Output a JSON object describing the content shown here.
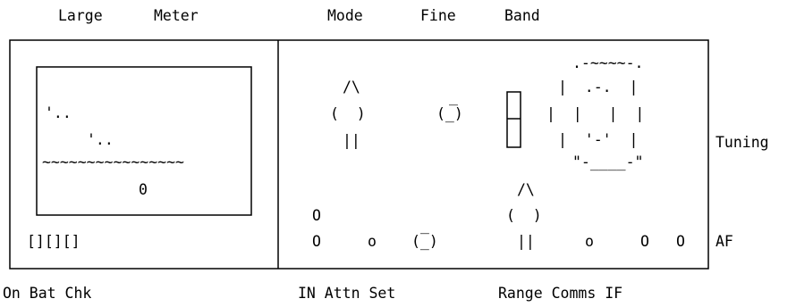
{
  "top_labels": {
    "large": "Large",
    "meter": "Meter",
    "mode": "Mode",
    "fine": "Fine",
    "band": "Band"
  },
  "meter": {
    "dots_line_1": "'..",
    "dots_line_2": "'..",
    "scale": "~~~~~~~~~~~~~~~~",
    "zero": "0",
    "battery_cells": "[][][]"
  },
  "mode_knob": {
    "top": "/\\",
    "body": "(  )",
    "stem": "||"
  },
  "fine_knob": {
    "top": "_",
    "body": "(_)"
  },
  "tuning_dial": {
    "top": ".-~~~~-.",
    "row2": "|  .-.  |",
    "row3": "|  |   |  |",
    "row4": "|  '-'  |",
    "bottom": "\"-____-\""
  },
  "range_knob": {
    "top": "/\\",
    "body": "(  )",
    "stem": "||"
  },
  "attn_knob": {
    "top": "_",
    "body": "(_)"
  },
  "lower_controls": {
    "in_upper": "O",
    "in_lower": "O",
    "attn_small": "o",
    "comms_small": "o",
    "if_left": "O",
    "if_right": "O"
  },
  "right_labels": {
    "tuning": "Tuning",
    "af": "AF"
  },
  "bottom_labels": {
    "on_bat_chk": "On Bat Chk",
    "in_attn_set": "IN Attn Set",
    "range_comms_if": "Range Comms IF"
  }
}
